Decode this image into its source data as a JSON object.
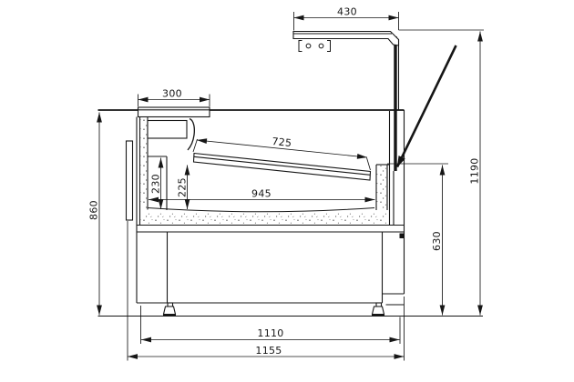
{
  "drawing": {
    "kind": "serve-over-counter-cross-section",
    "line_color": "#161616",
    "background": "#ffffff",
    "dim_labels": {
      "canopy_width": "430",
      "rear_shelf_depth": "300",
      "deck_length": "725",
      "well_depth": "945",
      "rear_duct_height": "230",
      "deck_rear_height": "225",
      "worktop_height": "860",
      "sill_height": "630",
      "overall_height": "1190",
      "foot_span": "1110",
      "overall_depth": "1155"
    }
  }
}
